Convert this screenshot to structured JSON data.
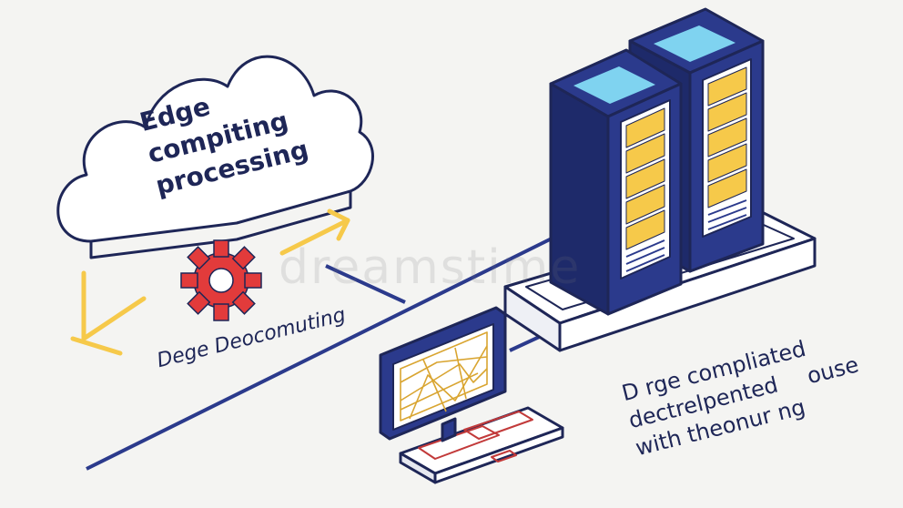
{
  "cloud": {
    "lines": [
      "Edge",
      "compiting",
      "processing"
    ]
  },
  "edge_label": "Dege Deocomuting",
  "description": {
    "line1": "D rge compliated",
    "line2": "dectrelpented",
    "line3": "with theonur ng",
    "line3_tail": "ouse"
  },
  "watermark": "dreamstime",
  "colors": {
    "navy": "#1e2657",
    "server_blue": "#2b3a8c",
    "yellow": "#f6c94a",
    "light_blue": "#7fd3f0",
    "red": "#e23b3b",
    "background": "#f4f4f2"
  }
}
